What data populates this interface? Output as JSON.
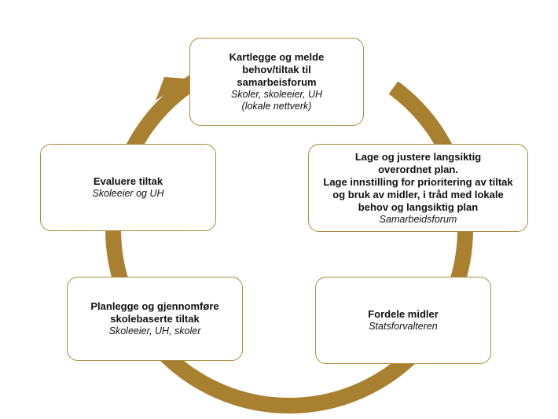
{
  "diagram": {
    "accent_color": "#a8802f",
    "steps": [
      {
        "title": "Kartlegge og melde behov/tiltak til samarbeisforum",
        "actor": "Skoler, skoleeier, UH (lokale nettverk)"
      },
      {
        "title": "Lage og justere langsiktig overordnet plan.",
        "title2": "Lage innstilling for prioritering av tiltak og bruk av midler, i tråd med lokale behov og langsiktig plan",
        "actor": "Samarbeidsforum"
      },
      {
        "title": "Fordele midler",
        "actor": "Statsforvalteren"
      },
      {
        "title": "Planlegge og gjennomføre skolebaserte tiltak",
        "actor": "Skoleeier, UH, skoler"
      },
      {
        "title": "Evaluere tiltak",
        "actor": "Skoleeier og UH"
      }
    ]
  }
}
